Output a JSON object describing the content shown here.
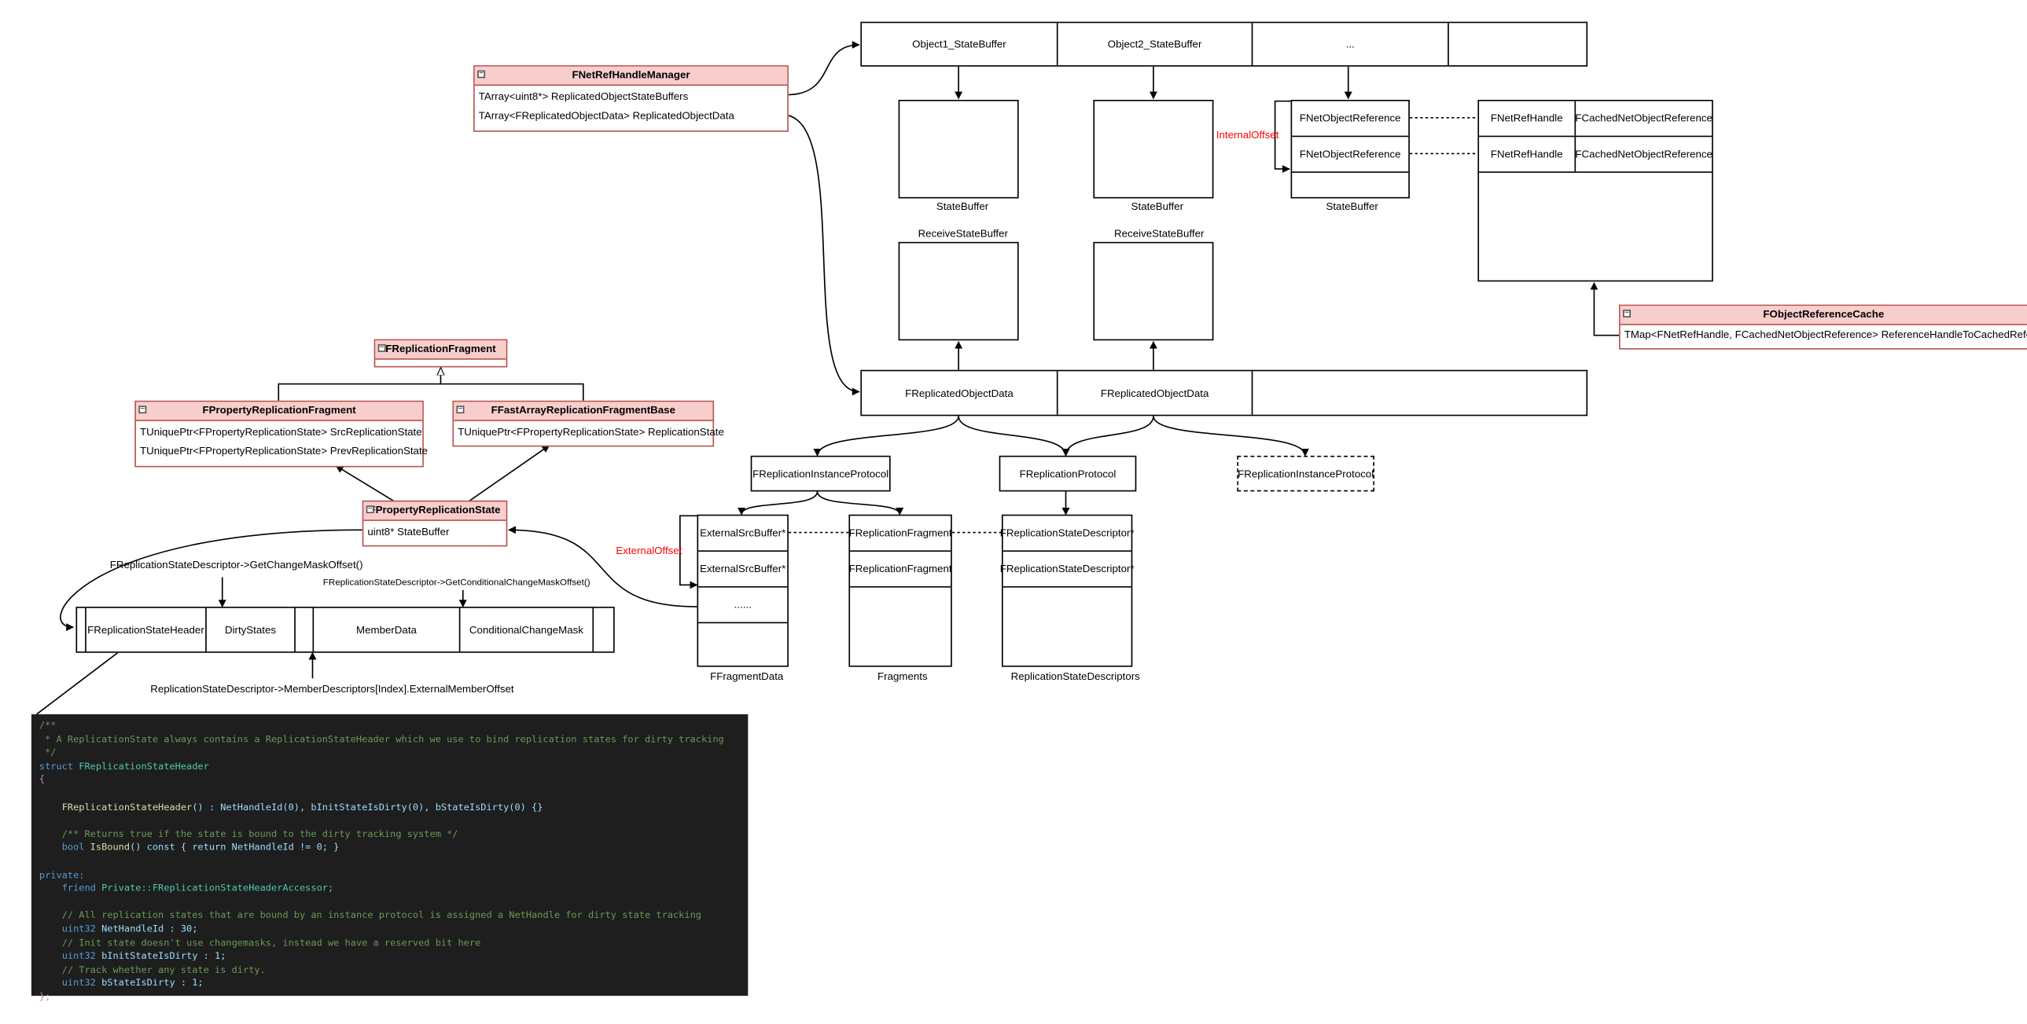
{
  "state_buffers_row": {
    "cells": [
      "Object1_StateBuffer",
      "Object2_StateBuffer",
      "...",
      ""
    ]
  },
  "state_buffer_labels": [
    "StateBuffer",
    "StateBuffer",
    "StateBuffer"
  ],
  "receive_state_buffer_labels": [
    "ReceiveStateBuffer",
    "ReceiveStateBuffer"
  ],
  "internal_offset": "InternalOffset",
  "external_offset": "ExternalOffset",
  "net_object_refs": [
    "FNetObjectReference",
    "FNetObjectReference"
  ],
  "ref_cache_table": {
    "rows": [
      [
        "FNetRefHandle",
        "FCachedNetObjectReference"
      ],
      [
        "FNetRefHandle",
        "FCachedNetObjectReference"
      ]
    ]
  },
  "ref_cache_class": {
    "name": "FObjectReferenceCache",
    "fields": [
      "TMap<FNetRefHandle, FCachedNetObjectReference> ReferenceHandleToCachedReference"
    ]
  },
  "handle_manager": {
    "name": "FNetRefHandleManager",
    "fields": [
      "TArray<uint8*> ReplicatedObjectStateBuffers",
      "TArray<FReplicatedObjectData> ReplicatedObjectData"
    ]
  },
  "replicated_data_row": {
    "cells": [
      "FReplicatedObjectData",
      "FReplicatedObjectData",
      ""
    ]
  },
  "protocols": {
    "instance": "FReplicationInstanceProtocol",
    "protocol": "FReplicationProtocol",
    "instance_dashed": "FReplicationInstanceProtocol"
  },
  "fragment_data": {
    "rows": [
      "ExternalSrcBuffer*",
      "ExternalSrcBuffer*",
      "......",
      ""
    ],
    "label": "FFragmentData"
  },
  "fragments": {
    "rows": [
      "FReplicationFragment",
      "FReplicationFragment"
    ],
    "label": "Fragments"
  },
  "descriptors": {
    "rows": [
      "FReplicationStateDescriptor*",
      "FReplicationStateDescriptor*"
    ],
    "label": "ReplicationStateDescriptors"
  },
  "replication_fragment": {
    "name": "FReplicationFragment"
  },
  "property_fragment": {
    "name": "FPropertyReplicationFragment",
    "fields": [
      "TUniquePtr<FPropertyReplicationState> SrcReplicationState",
      "TUniquePtr<FPropertyReplicationState> PrevReplicationState"
    ]
  },
  "fast_array_fragment": {
    "name": "FFastArrayReplicationFragmentBase",
    "fields": [
      "TUniquePtr<FPropertyReplicationState> ReplicationState"
    ]
  },
  "property_state": {
    "name": "FPropertyReplicationState",
    "fields": [
      "uint8* StateBuffer"
    ]
  },
  "state_layout": {
    "cells": [
      "FReplicationStateHeader",
      "DirtyStates",
      "MemberData",
      "ConditionalChangeMask"
    ]
  },
  "annotations": {
    "change_mask": "FReplicationStateDescriptor->GetChangeMaskOffset()",
    "conditional_mask": "FReplicationStateDescriptor->GetConditionalChangeMaskOffset()",
    "member_offset": "ReplicationStateDescriptor->MemberDescriptors[Index].ExternalMemberOffset"
  },
  "code": {
    "c1": "/**",
    "c2": " * A ReplicationState always contains a ReplicationStateHeader which we use to bind replication states for dirty tracking",
    "c3": " */",
    "struct_kw": "struct",
    "struct_name": "FReplicationStateHeader",
    "open_brace": "{",
    "ctor": "FReplicationStateHeader",
    "ctor_rest": "() : NetHandleId(0), bInitStateIsDirty(0), bStateIsDirty(0) {}",
    "c4": "/** Returns true if the state is bound to the dirty tracking system */",
    "isbound_pre": "bool",
    "isbound_fn": "IsBound",
    "isbound_rest": "() const { return NetHandleId != 0; }",
    "private": "private:",
    "friend_kw": "friend",
    "friend_name": "Private::FReplicationStateHeaderAccessor;",
    "c5": "// All replication states that are bound by an instance protocol is assigned a NetHandle for dirty state tracking",
    "f1_type": "uint32",
    "f1_rest": "NetHandleId : 30;",
    "c6": "// Init state doesn't use changemasks, instead we have a reserved bit here",
    "f2_type": "uint32",
    "f2_rest": "bInitStateIsDirty : 1;",
    "c7": "// Track whether any state is dirty.",
    "f3_type": "uint32",
    "f3_rest": "bStateIsDirty : 1;",
    "close": "};"
  }
}
